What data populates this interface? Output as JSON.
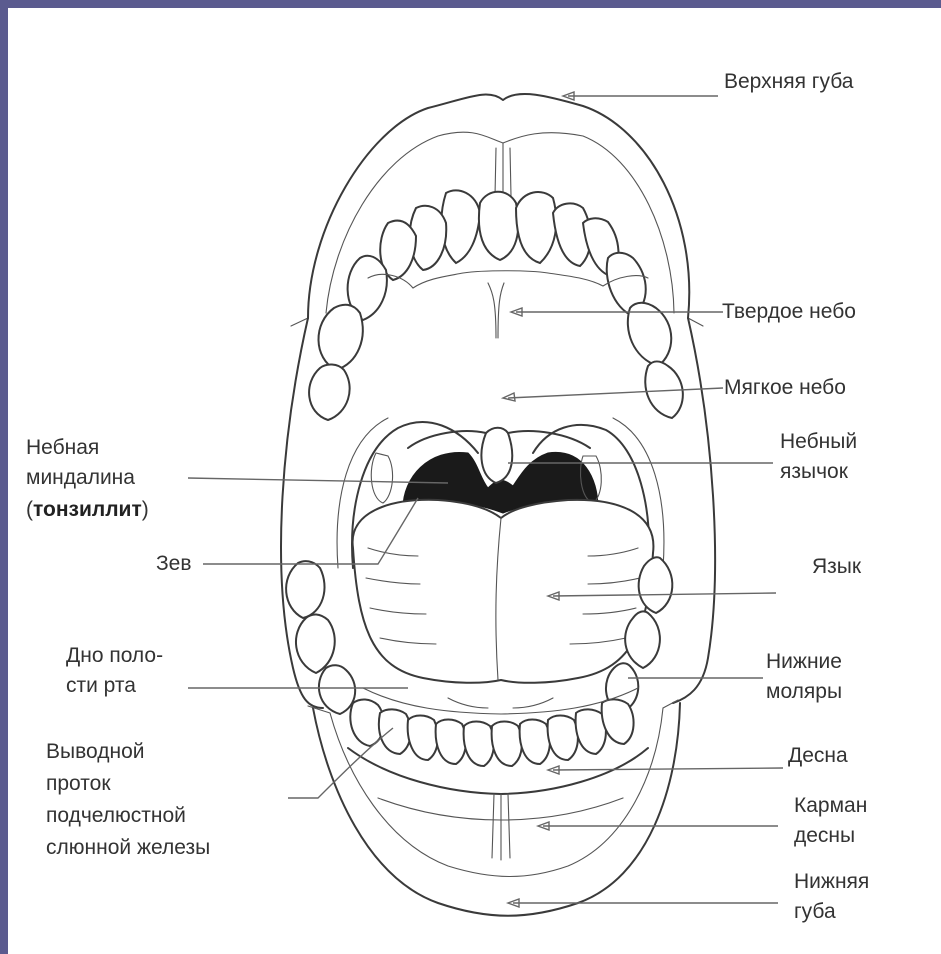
{
  "labels": {
    "upper_lip": "Верхняя губа",
    "hard_palate": "Твердое небо",
    "soft_palate": "Мягкое небо",
    "uvula_line1": "Небный",
    "uvula_line2": "язычок",
    "tongue": "Язык",
    "lower_molars_line1": "Нижние",
    "lower_molars_line2": "моляры",
    "gum": "Десна",
    "gum_pocket_line1": "Карман",
    "gum_pocket_line2": "десны",
    "lower_lip_line1": "Нижняя",
    "lower_lip_line2": "губа",
    "tonsil_line1": "Небная",
    "tonsil_line2": "миндалина",
    "tonsil_paren_open": "(",
    "tonsil_line3_bold": "тонзиллит",
    "tonsil_paren_close": ")",
    "fauces": "Зев",
    "mouth_floor_line1": "Дно поло-",
    "mouth_floor_line2": "сти рта",
    "duct_line1": "Выводной",
    "duct_line2": "проток",
    "duct_line3": "подчелюстной",
    "duct_line4": "слюнной железы"
  },
  "colors": {
    "border": "#5b5b8f",
    "background": "#ffffff",
    "ink": "#3a3a3a",
    "text": "#333333",
    "throat": "#1a1a1a"
  }
}
